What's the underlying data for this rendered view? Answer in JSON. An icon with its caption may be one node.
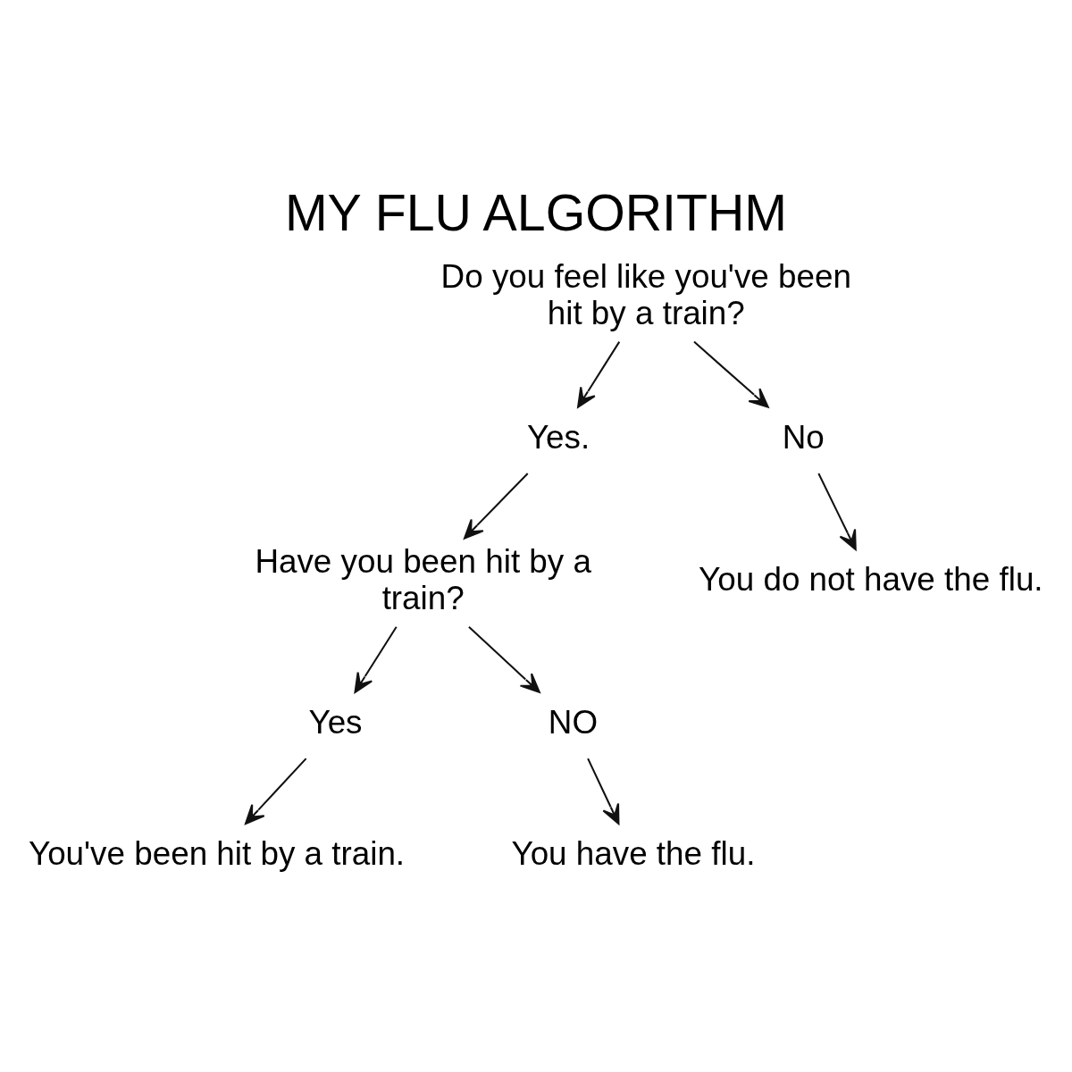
{
  "diagram": {
    "title": "MY FLU ALGORITHM",
    "nodes": [
      {
        "text": [
          "Do you feel like you've been hit by a train?"
        ]
      },
      {
        "text": [
          "Yes."
        ]
      },
      {
        "text": [
          "No"
        ]
      },
      {
        "text": [
          "Have you been hit by a train?"
        ]
      },
      {
        "text": [
          "You do not have the flu."
        ]
      },
      {
        "text": [
          "Yes"
        ]
      },
      {
        "text": [
          "NO"
        ]
      },
      {
        "text": [
          "You've been hit by a train."
        ]
      },
      {
        "text": [
          "You have the flu."
        ]
      }
    ],
    "edges": [
      {
        "from": 0,
        "to": 1,
        "arrow": "to"
      },
      {
        "from": 0,
        "to": 2,
        "arrow": "to"
      },
      {
        "from": 1,
        "to": 3,
        "arrow": "to"
      },
      {
        "from": 2,
        "to": 4,
        "arrow": "to"
      },
      {
        "from": 3,
        "to": 5,
        "arrow": "to"
      },
      {
        "from": 3,
        "to": 6,
        "arrow": "to"
      },
      {
        "from": 5,
        "to": 7,
        "arrow": "to"
      },
      {
        "from": 6,
        "to": 8,
        "arrow": "to"
      }
    ]
  }
}
